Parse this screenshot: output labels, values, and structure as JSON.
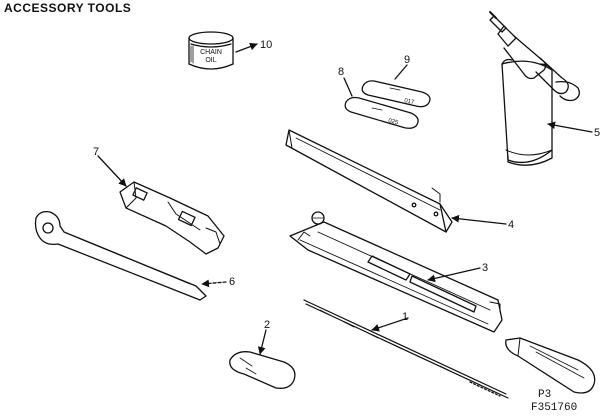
{
  "header": {
    "title": "ACCESSORY TOOLS"
  },
  "tin_label": {
    "line1": "CHAIN",
    "line2": "OIL"
  },
  "gauge_labels": {
    "upper": "017",
    "lower": "025"
  },
  "callouts": [
    "1",
    "2",
    "3",
    "4",
    "5",
    "6",
    "7",
    "8",
    "9",
    "10"
  ],
  "footer": {
    "page": "P3",
    "code": "F351760"
  }
}
